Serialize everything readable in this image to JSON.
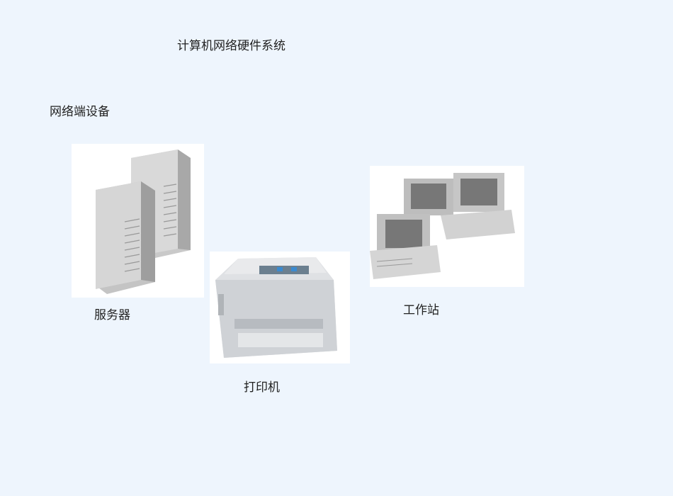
{
  "slide": {
    "title": "计算机网络硬件系统",
    "section_label": "网络端设备",
    "devices": [
      {
        "label": "服务器",
        "icon": "server-icon"
      },
      {
        "label": "打印机",
        "icon": "printer-icon"
      },
      {
        "label": "工作站",
        "icon": "workstation-icon"
      }
    ]
  }
}
